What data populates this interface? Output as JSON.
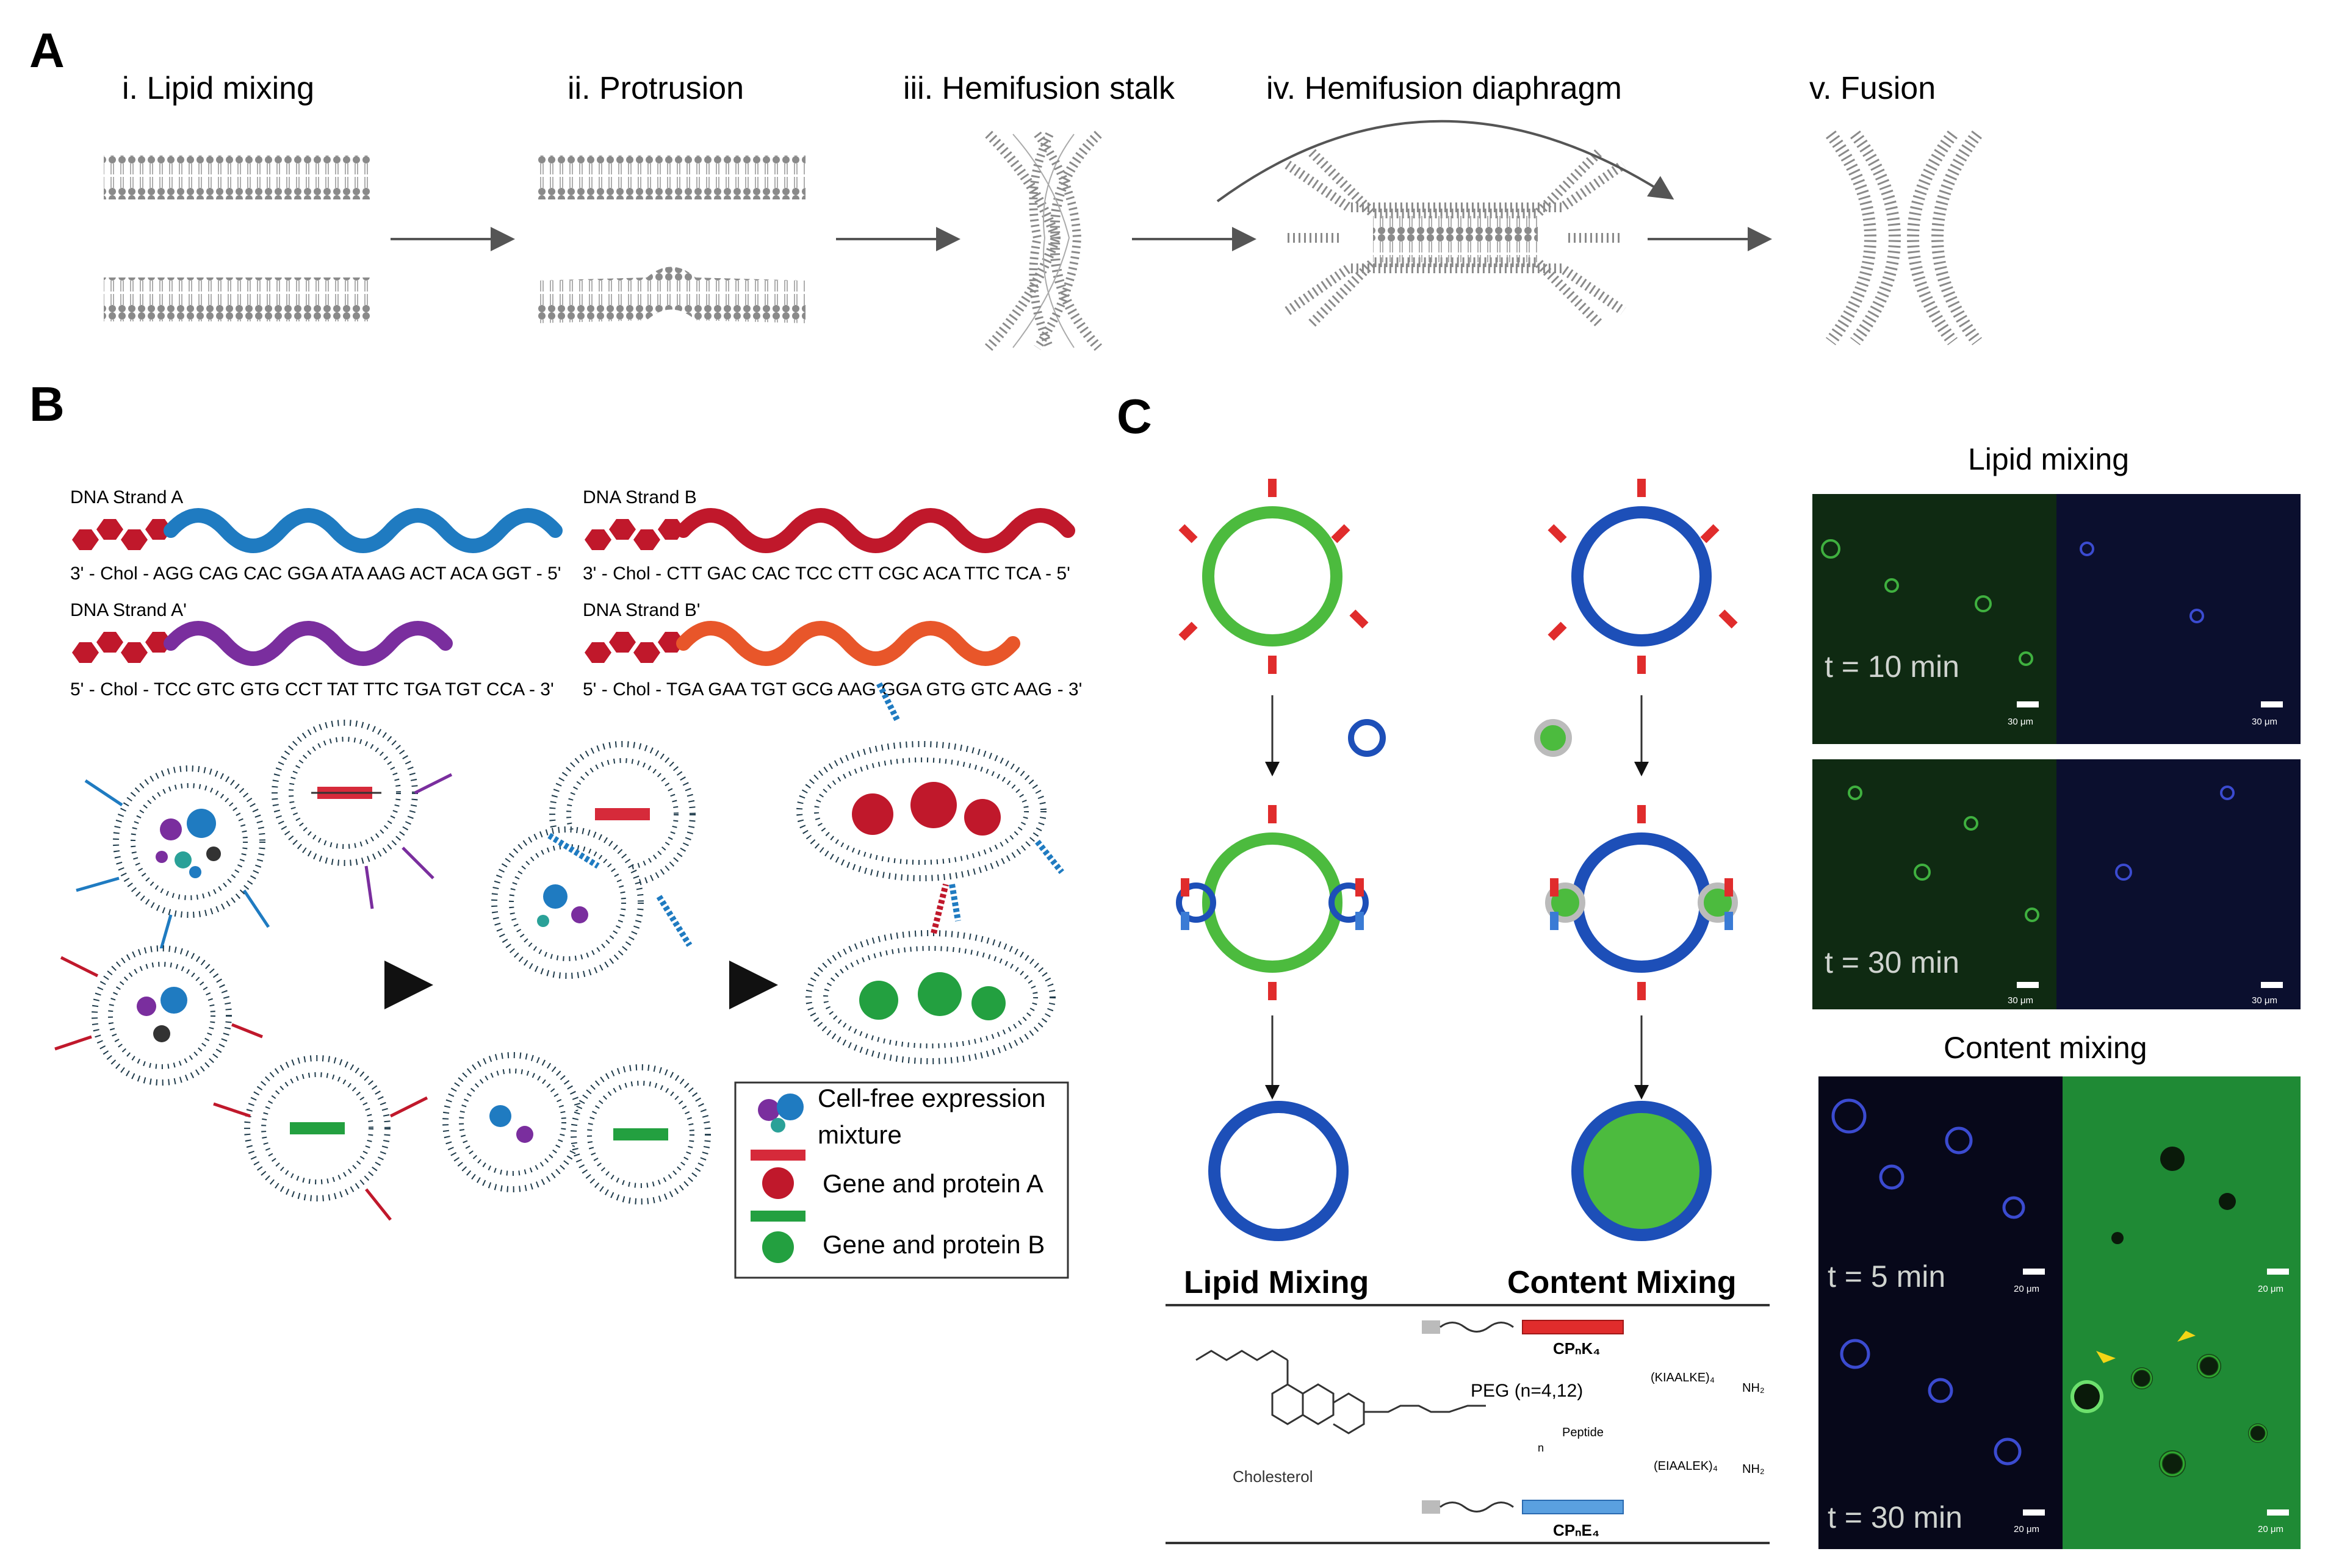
{
  "panel_a": {
    "letter": "A",
    "stages": [
      "i. Lipid mixing",
      "ii. Protrusion",
      "iii. Hemifusion stalk",
      "iv. Hemifusion diaphragm",
      "v. Fusion"
    ]
  },
  "panel_b": {
    "letter": "B",
    "strands": [
      {
        "name": "DNA Strand A",
        "sequence": "3' - Chol - AGG CAG CAC GGA ATA AAG ACT ACA GGT - 5'",
        "color": "#1f7bc1"
      },
      {
        "name": "DNA Strand B",
        "sequence": "3' - Chol - CTT GAC CAC TCC CTT CGC ACA TTC TCA - 5'",
        "color": "#c0182b"
      },
      {
        "name": "DNA Strand A'",
        "sequence": "5' - Chol - TCC GTC GTG CCT TAT TTC TGA TGT CCA - 3'",
        "color": "#7a2e9e"
      },
      {
        "name": "DNA Strand B'",
        "sequence": "5' - Chol - TGA GAA TGT GCG AAG GGA GTG GTC AAG - 3'",
        "color": "#e8562a"
      }
    ],
    "legend": {
      "mixture_line1": "Cell-free expression",
      "mixture_line2": "mixture",
      "gene_a": "Gene and protein A",
      "gene_b": "Gene and protein B"
    }
  },
  "panel_c": {
    "letter": "C",
    "lipid_mixing_label": "Lipid Mixing",
    "content_mixing_label": "Content Mixing",
    "chem": {
      "cholesterol": "Cholesterol",
      "peg": "PEG (n=4,12)",
      "peptide": "Peptide",
      "cpk": "CPₙK₄",
      "cpe": "CPₙE₄",
      "kseq": "(KIAALKE)₄",
      "eseq": "(EIAALEK)₄",
      "nh2": "NH₂",
      "n_sub": "n"
    },
    "micro": {
      "lipid_title": "Lipid mixing",
      "content_title": "Content mixing",
      "times": [
        "t = 10 min",
        "t = 30 min",
        "t = 5 min",
        "t = 30 min"
      ],
      "scale_30": "30 μm",
      "scale_20": "20 μm"
    }
  }
}
